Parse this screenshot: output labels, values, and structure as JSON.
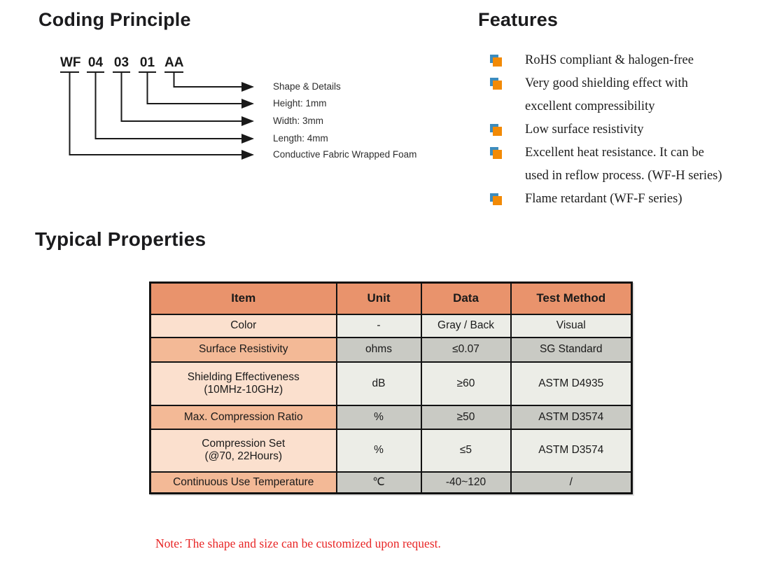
{
  "colors": {
    "accent_orange": "#F28A06",
    "accent_blue": "#3C8CBE",
    "table_header_bg": "#E9936C",
    "row_item_light": "#FBE0CE",
    "row_item_dark": "#F3B996",
    "row_cell_light": "#ECEDE7",
    "row_cell_dark": "#C9CAC4",
    "note_red": "#E82525",
    "text_dark": "#1A1A1A"
  },
  "coding_principle": {
    "title": "Coding Principle",
    "code_segments": [
      "WF",
      "04",
      "03",
      "01",
      "AA"
    ],
    "labels": [
      "Shape & Details",
      "Height: 1mm",
      "Width: 3mm",
      "Length: 4mm",
      "Conductive Fabric Wrapped Foam"
    ]
  },
  "features": {
    "title": "Features",
    "items": [
      "RoHS compliant & halogen-free",
      "Very good shielding effect with\nexcellent compressibility",
      "Low surface resistivity",
      "Excellent heat resistance. It can be\nused in reflow process. (WF-H series)",
      "Flame retardant (WF-F series)"
    ]
  },
  "typical_properties": {
    "title": "Typical Properties",
    "table": {
      "headers": [
        "Item",
        "Unit",
        "Data",
        "Test Method"
      ],
      "rows": [
        {
          "item": "Color",
          "unit": "-",
          "data": "Gray / Back",
          "test_method": "Visual"
        },
        {
          "item": "Surface Resistivity",
          "unit": "ohms",
          "data": "≤0.07",
          "test_method": "SG Standard"
        },
        {
          "item": "Shielding Effectiveness\n(10MHz-10GHz)",
          "unit": "dB",
          "data": "≥60",
          "test_method": "ASTM D4935"
        },
        {
          "item": "Max. Compression Ratio",
          "unit": "%",
          "data": "≥50",
          "test_method": "ASTM D3574"
        },
        {
          "item": "Compression Set\n(@70, 22Hours)",
          "unit": "%",
          "data": "≤5",
          "test_method": "ASTM D3574"
        },
        {
          "item": "Continuous Use Temperature",
          "unit": "℃",
          "data": "-40~120",
          "test_method": "/"
        }
      ]
    },
    "note": "Note: The shape and size can be customized upon request."
  }
}
